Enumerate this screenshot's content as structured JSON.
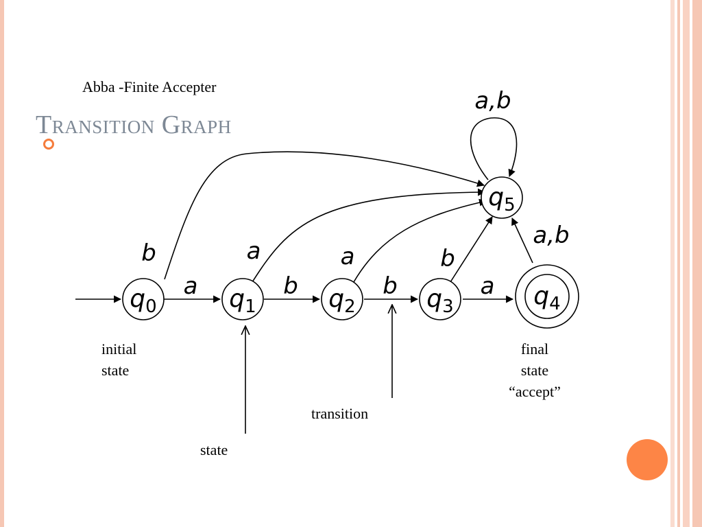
{
  "slide": {
    "subtitle": "Abba -Finite Accepter",
    "title": "Transition Graph"
  },
  "states": [
    {
      "id": "q0",
      "label": "q",
      "sub": "0"
    },
    {
      "id": "q1",
      "label": "q",
      "sub": "1"
    },
    {
      "id": "q2",
      "label": "q",
      "sub": "2"
    },
    {
      "id": "q3",
      "label": "q",
      "sub": "3"
    },
    {
      "id": "q4",
      "label": "q",
      "sub": "4",
      "final": true
    },
    {
      "id": "q5",
      "label": "q",
      "sub": "5"
    }
  ],
  "transitions": [
    {
      "from": "q0",
      "to": "q1",
      "label": "a"
    },
    {
      "from": "q1",
      "to": "q2",
      "label": "b"
    },
    {
      "from": "q2",
      "to": "q3",
      "label": "b"
    },
    {
      "from": "q3",
      "to": "q4",
      "label": "a"
    },
    {
      "from": "q0",
      "to": "q5",
      "label": "b"
    },
    {
      "from": "q1",
      "to": "q5",
      "label": "a"
    },
    {
      "from": "q2",
      "to": "q5",
      "label": "a"
    },
    {
      "from": "q3",
      "to": "q5",
      "label": "b"
    },
    {
      "from": "q4",
      "to": "q5",
      "label": "a,b"
    },
    {
      "from": "q5",
      "to": "q5",
      "label": "a,b"
    }
  ],
  "annotations": {
    "initial": [
      "initial",
      "state"
    ],
    "state": "state",
    "transition": "transition",
    "final": [
      "final",
      "state",
      "“accept”"
    ]
  },
  "colors": {
    "accent": "#f57c3c",
    "title": "#7d8895",
    "stripe": "#f6c7b4"
  }
}
